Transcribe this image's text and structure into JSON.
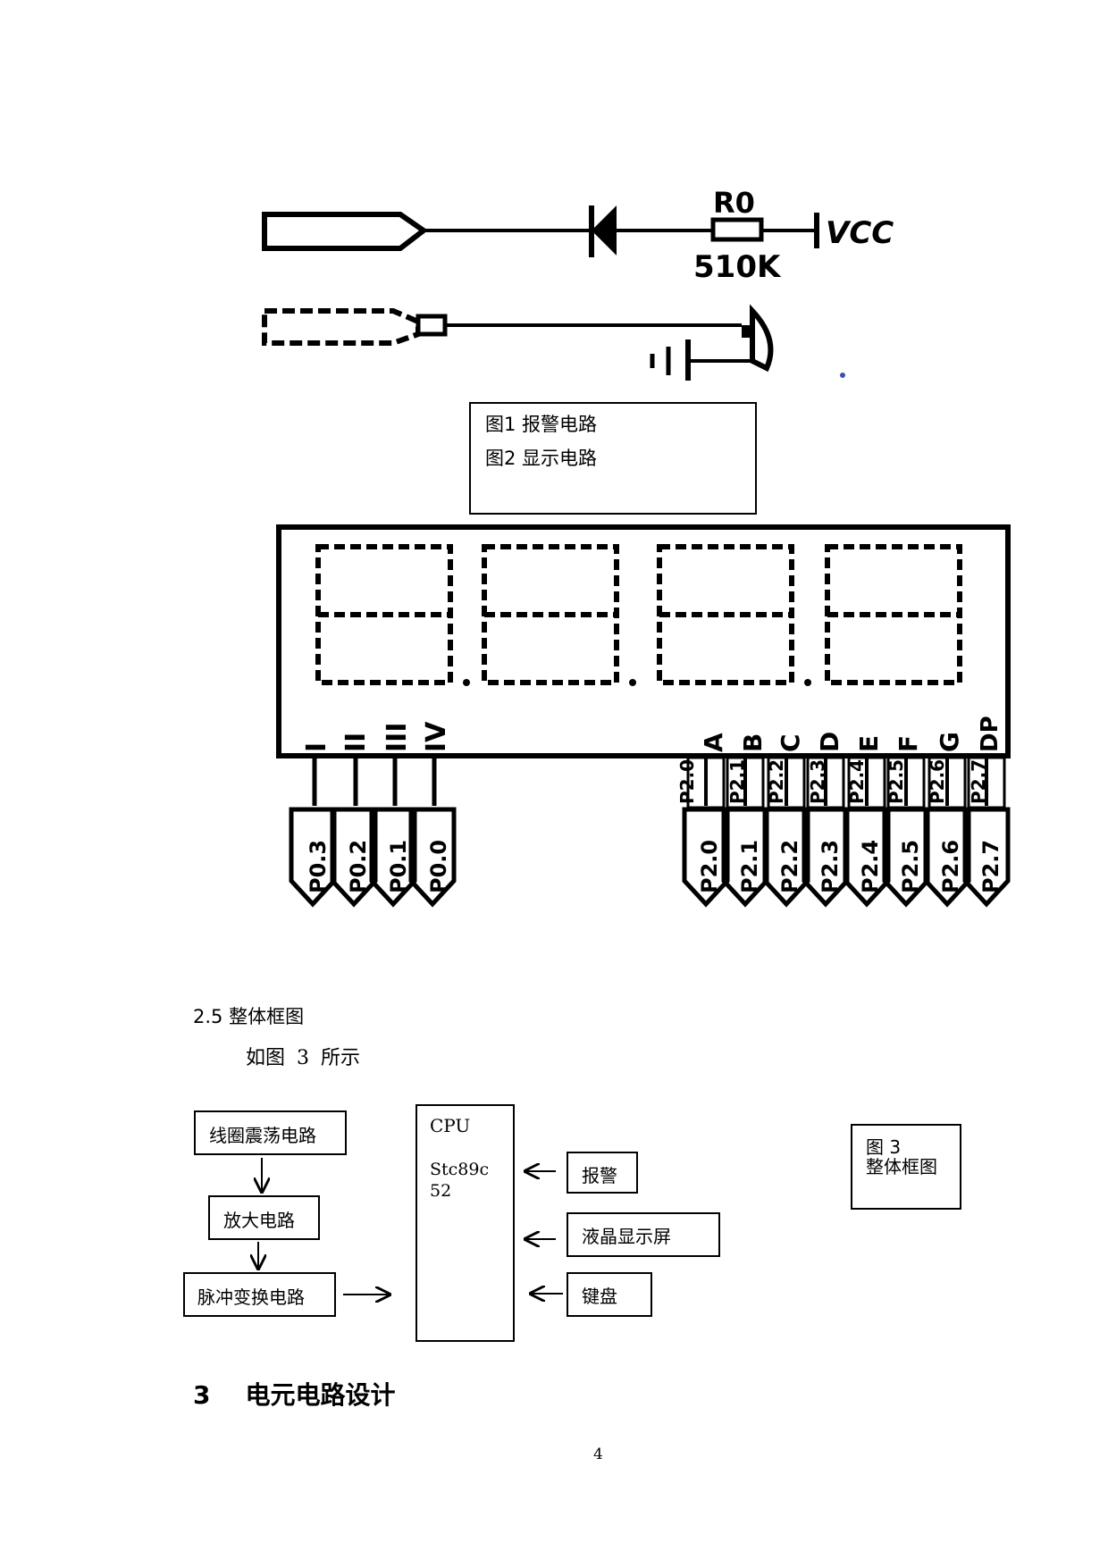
{
  "alarm_circuit": {
    "resistor_label": "R0",
    "resistor_value": "510K",
    "supply_label": "VCC"
  },
  "figure_captions": {
    "fig1": "图1  报警电路",
    "fig2": "图2  显示电路"
  },
  "display_circuit": {
    "digit_labels": [
      "I",
      "II",
      "III",
      "IV"
    ],
    "digit_ports": [
      "P0.3",
      "P0.2",
      "P0.1",
      "P0.0"
    ],
    "segment_labels": [
      "A",
      "B",
      "C",
      "D",
      "E",
      "F",
      "G",
      "DP"
    ],
    "segment_wire_labels": [
      "P2.0",
      "P2.1",
      "P2.2",
      "P2.3",
      "P2.4",
      "P2.5",
      "P2.6",
      "P2.7"
    ],
    "segment_ports": [
      "P2.0",
      "P2.1",
      "P2.2",
      "P2.3",
      "P2.4",
      "P2.5",
      "P2.6",
      "P2.7"
    ]
  },
  "section_2_5": {
    "heading": "2.5  整体框图",
    "body": "如图 3 所示"
  },
  "block_diagram": {
    "blocks": {
      "coil": "线圈震荡电路",
      "amplifier": "放大电路",
      "pulse": "脉冲变换电路",
      "cpu_title": "CPU",
      "cpu_model_line1": "Stc89c",
      "cpu_model_line2": "52",
      "alarm": "报警",
      "lcd": "液晶显示屏",
      "keyboard": "键盘"
    },
    "caption_line1": "图 3",
    "caption_line2": "整体框图"
  },
  "section_3": {
    "heading": "3    电元电路设计"
  },
  "page_number": "4"
}
